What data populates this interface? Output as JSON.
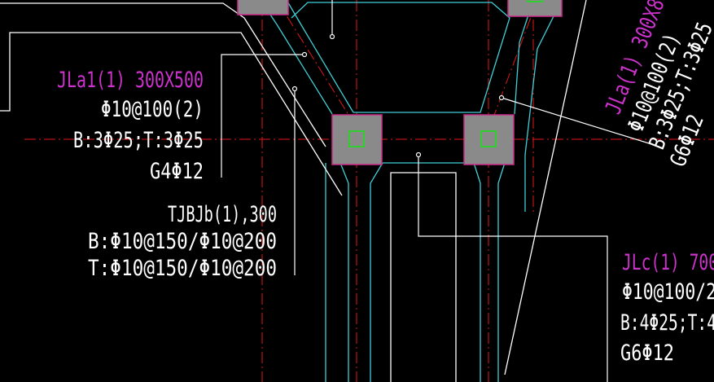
{
  "colors": {
    "background": "#000000",
    "cyan_outline": "#3fd0d8",
    "red_axis": "#e01818",
    "magenta": "#cc33cc",
    "white": "#ffffff",
    "column_fill": "#8a8a8a",
    "column_border": "#cc2a8a",
    "rebar_green": "#19e019"
  },
  "labels": {
    "jla1": {
      "name": "JLa1(1) 300X500",
      "stirrup": "Φ10@100(2)",
      "main": "B:3Φ25;T:3Φ25",
      "side": "G4Φ12"
    },
    "tjbjb": {
      "name": "TJBJb(1),300",
      "bottom": "B:Φ10@150/Φ10@200",
      "top": "T:Φ10@150/Φ10@200"
    },
    "jla_right": {
      "name": "JLa(1) 300X8",
      "stirrup": "Φ10@100(2)",
      "main": "B:3Φ25;T:3Φ25",
      "side": "G6Φ12"
    },
    "jlc": {
      "name": "JLc(1) 700",
      "stirrup": "Φ10@100/2",
      "main": "B:4Φ25;T:4",
      "side": "G6Φ12"
    }
  }
}
